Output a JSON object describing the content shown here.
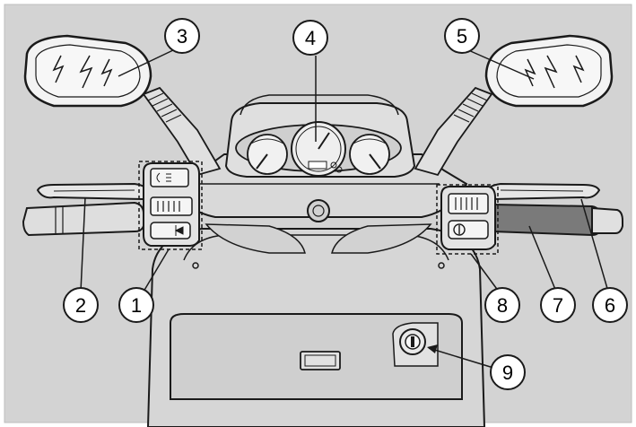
{
  "diagram": {
    "colors": {
      "background": "#d3d3d3",
      "body_fill": "#dcdcdc",
      "mirror_fill": "#f4f4f4",
      "outline": "#1a1a1a",
      "callout_fill": "#ffffff",
      "grip_dark": "#6e6e6e"
    },
    "callouts": [
      {
        "id": "1",
        "label": "1"
      },
      {
        "id": "2",
        "label": "2"
      },
      {
        "id": "3",
        "label": "3"
      },
      {
        "id": "4",
        "label": "4"
      },
      {
        "id": "5",
        "label": "5"
      },
      {
        "id": "6",
        "label": "6"
      },
      {
        "id": "7",
        "label": "7"
      },
      {
        "id": "8",
        "label": "8"
      },
      {
        "id": "9",
        "label": "9"
      }
    ]
  }
}
